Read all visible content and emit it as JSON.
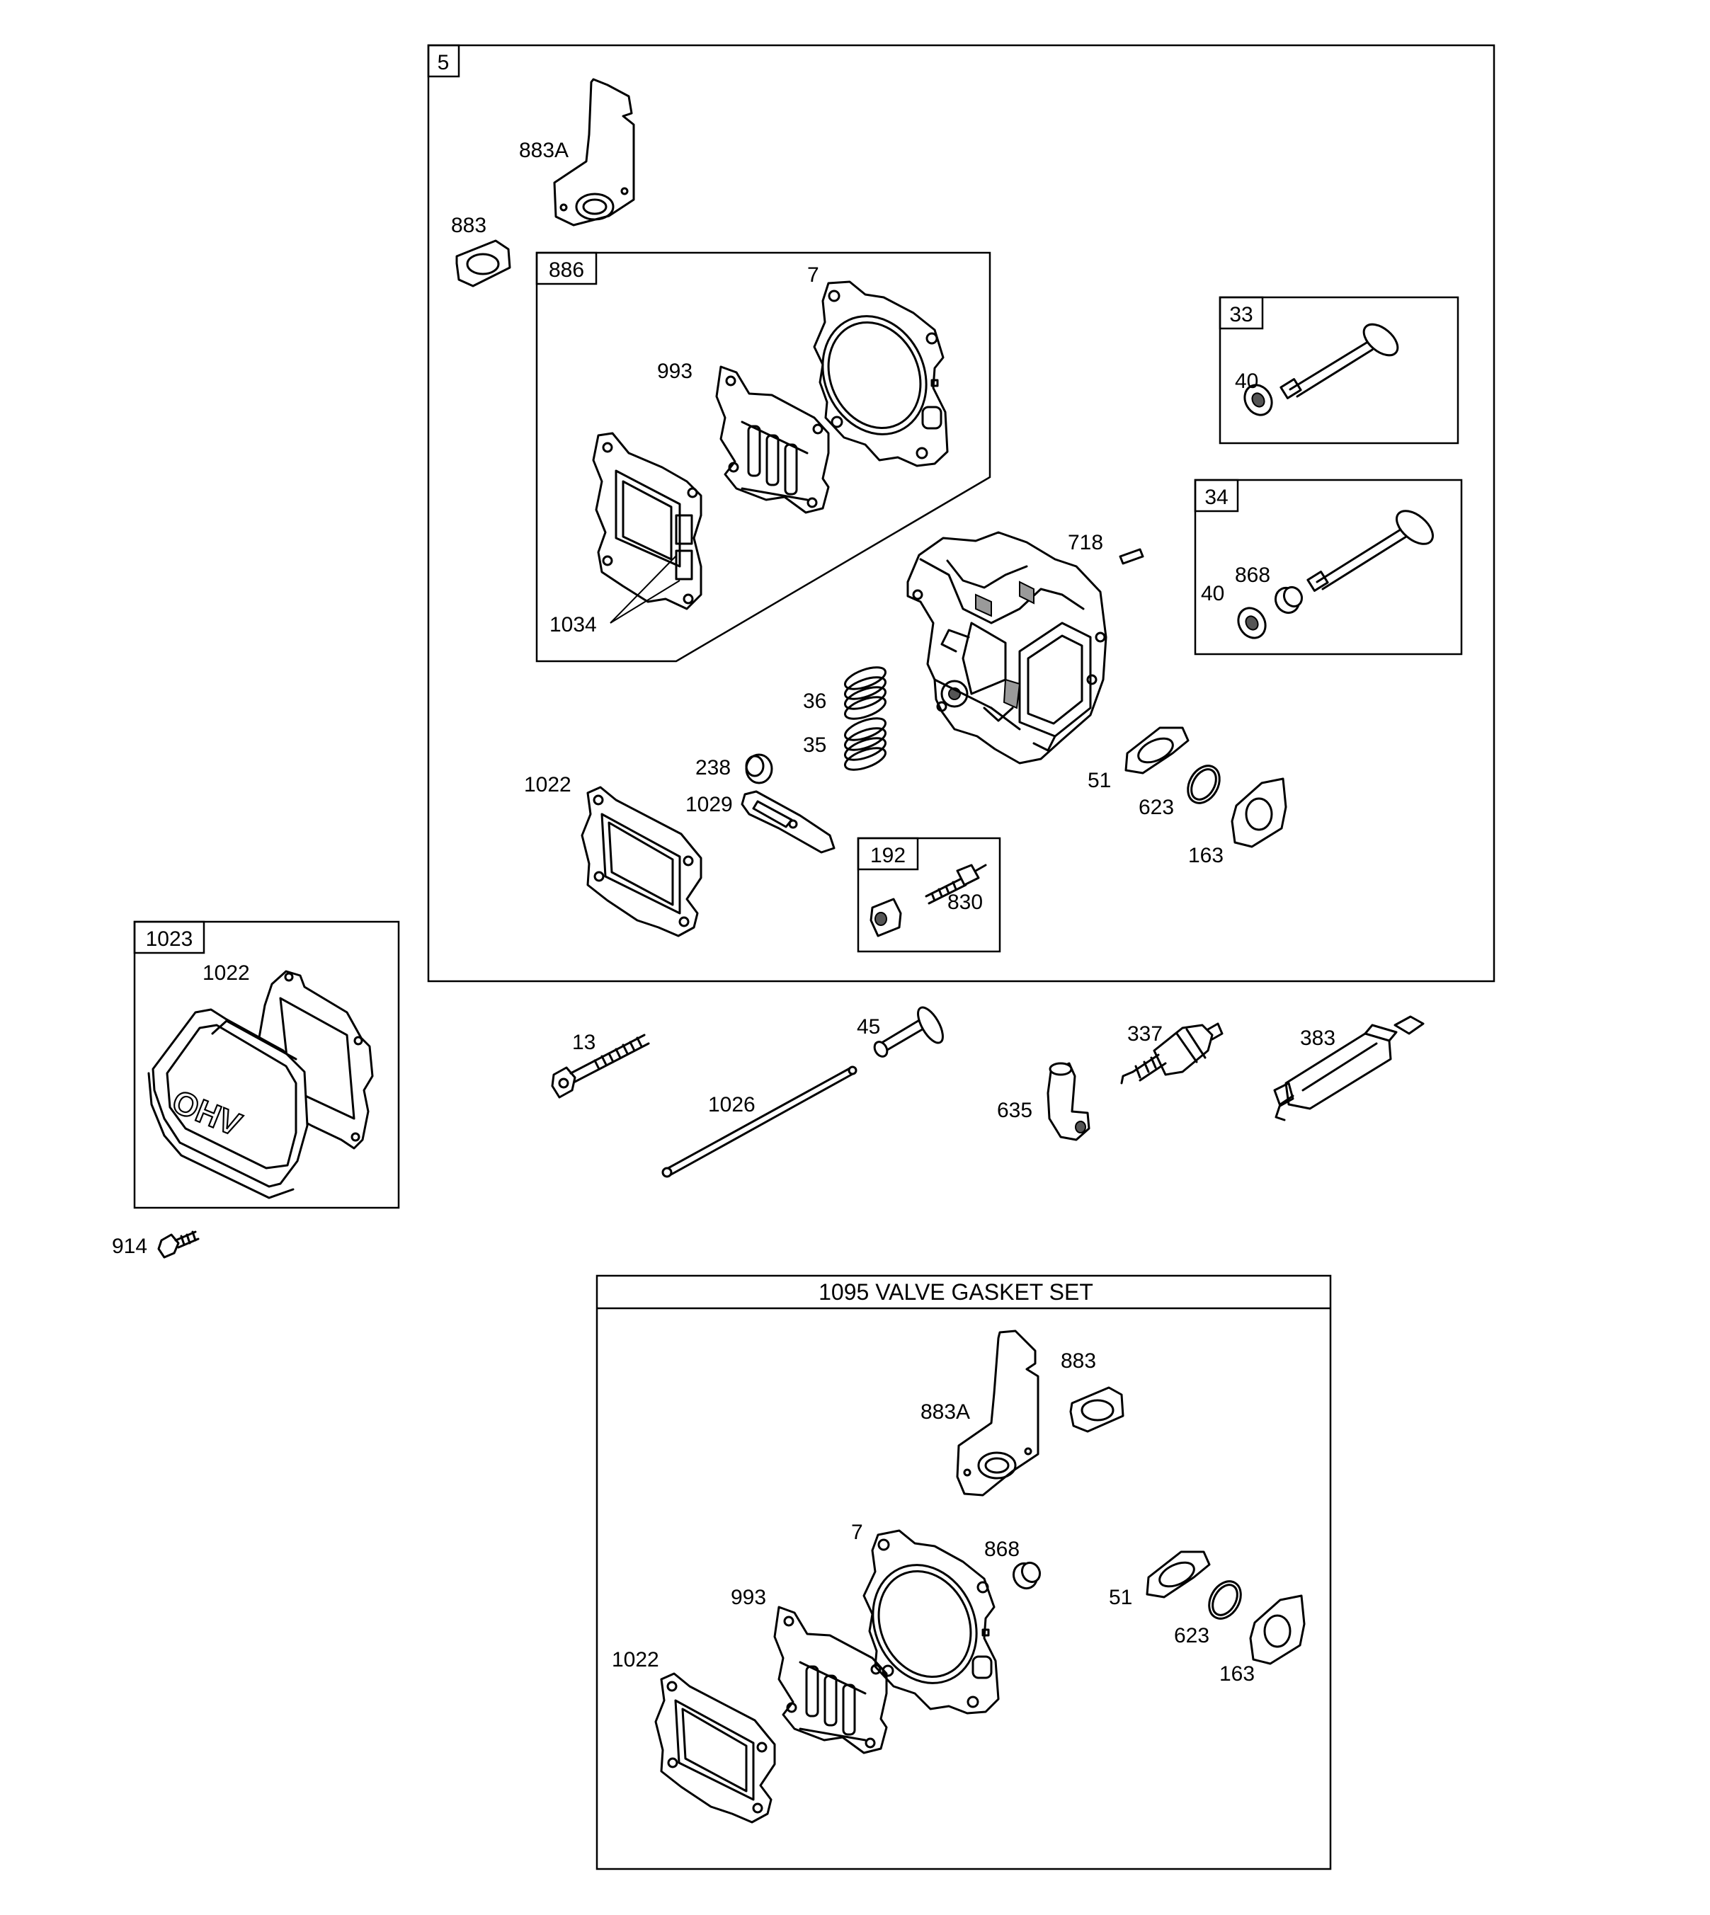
{
  "frames": {
    "main": "5",
    "gasket_886": "886",
    "valve_33": "33",
    "valve_34": "34",
    "rocker_192": "192",
    "cover_1023": "1023",
    "gasket_set": "1095 VALVE GASKET SET"
  },
  "labels": {
    "l883a": "883A",
    "l883": "883",
    "l7": "7",
    "l993": "993",
    "l1034": "1034",
    "l33_40": "40",
    "l718": "718",
    "l34_40": "40",
    "l868": "868",
    "l36": "36",
    "l35": "35",
    "l238": "238",
    "l1022": "1022",
    "l1029": "1029",
    "l51": "51",
    "l623": "623",
    "l163": "163",
    "l830": "830",
    "c1022": "1022",
    "l914": "914",
    "l13": "13",
    "l45": "45",
    "l1026": "1026",
    "l337": "337",
    "l635": "635",
    "l383": "383",
    "s883": "883",
    "s883a": "883A",
    "s7": "7",
    "s868": "868",
    "s993": "993",
    "s51": "51",
    "s623": "623",
    "s1022": "1022",
    "s163": "163"
  },
  "cover_text": "OHV"
}
